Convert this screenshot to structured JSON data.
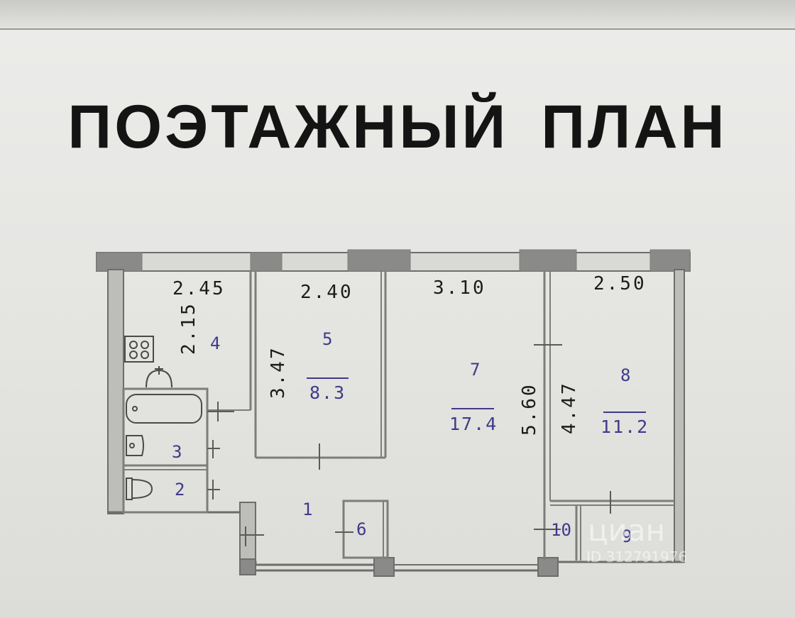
{
  "title": "ПОЭТАЖНЫЙ ПЛАН",
  "dimensions": {
    "room4_width": "2.45",
    "room4_depth": "2.15",
    "room5_width": "2.40",
    "room5_depth": "3.47",
    "room7_width": "3.10",
    "room7_depth": "5.60",
    "room8_width": "2.50",
    "room8_depth": "4.47"
  },
  "rooms": {
    "r1": "1",
    "r2": "2",
    "r3": "3",
    "r4": "4",
    "r5": "5",
    "r6": "6",
    "r7": "7",
    "r8": "8",
    "r9": "9",
    "r10": "10"
  },
  "areas": {
    "r5": "8.3",
    "r7": "17.4",
    "r8": "11.2"
  },
  "watermark": {
    "brand": "циан",
    "id": "ID 312791976"
  },
  "colors": {
    "wall": "#7d7d7b",
    "wall_dark": "#4a4a48",
    "room_label": "#3f3a88",
    "dimension_text": "#1b1b1b"
  }
}
